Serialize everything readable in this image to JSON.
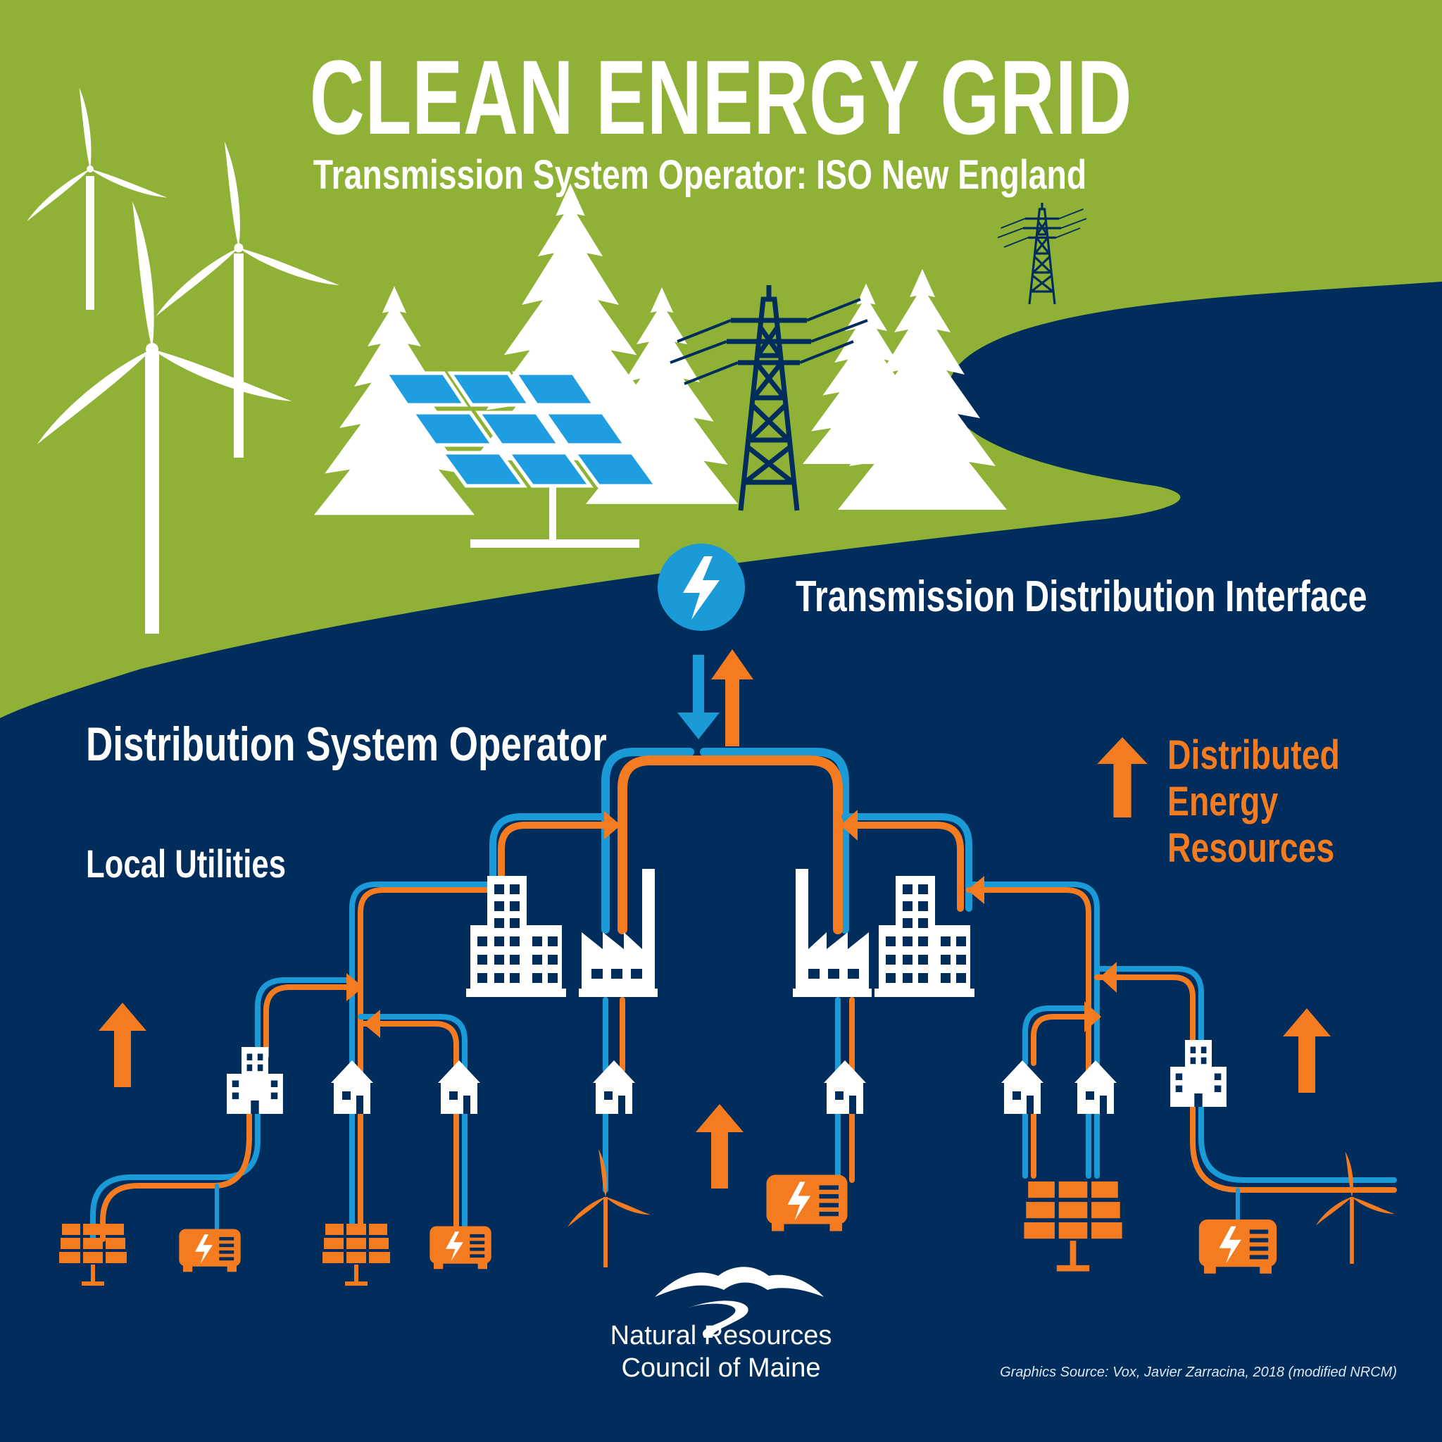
{
  "title": "CLEAN ENERGY GRID",
  "subtitle": "Transmission System Operator: ISO New England",
  "labels": {
    "transmission_distribution_interface": "Transmission Distribution Interface",
    "distribution_system_operator": "Distribution System Operator",
    "local_utilities": "Local Utilities",
    "distributed_energy_resources": [
      "Distributed",
      "Energy",
      "Resources"
    ]
  },
  "organization": {
    "line1": "Natural Resources",
    "line2": "Council of Maine"
  },
  "source_credit": "Graphics Source: Vox, Javier Zarracina, 2018 (modified NRCM)",
  "colors": {
    "green": "#8fb236",
    "navy": "#012d5c",
    "orange": "#f47b20",
    "blue": "#1a9ad6",
    "white": "#ffffff",
    "panel_blue": "#1e9ee0"
  },
  "icons": {
    "interface": "lightning-bolt-icon",
    "wind": "wind-turbine-icon",
    "solar": "solar-panel-icon",
    "tower": "transmission-tower-icon",
    "tree": "pine-tree-icon",
    "factory": "factory-icon",
    "office": "office-building-icon",
    "house": "house-icon",
    "generator": "generator-icon",
    "arrow": "up-arrow-icon",
    "logo": "nrcm-mountain-logo-icon"
  }
}
